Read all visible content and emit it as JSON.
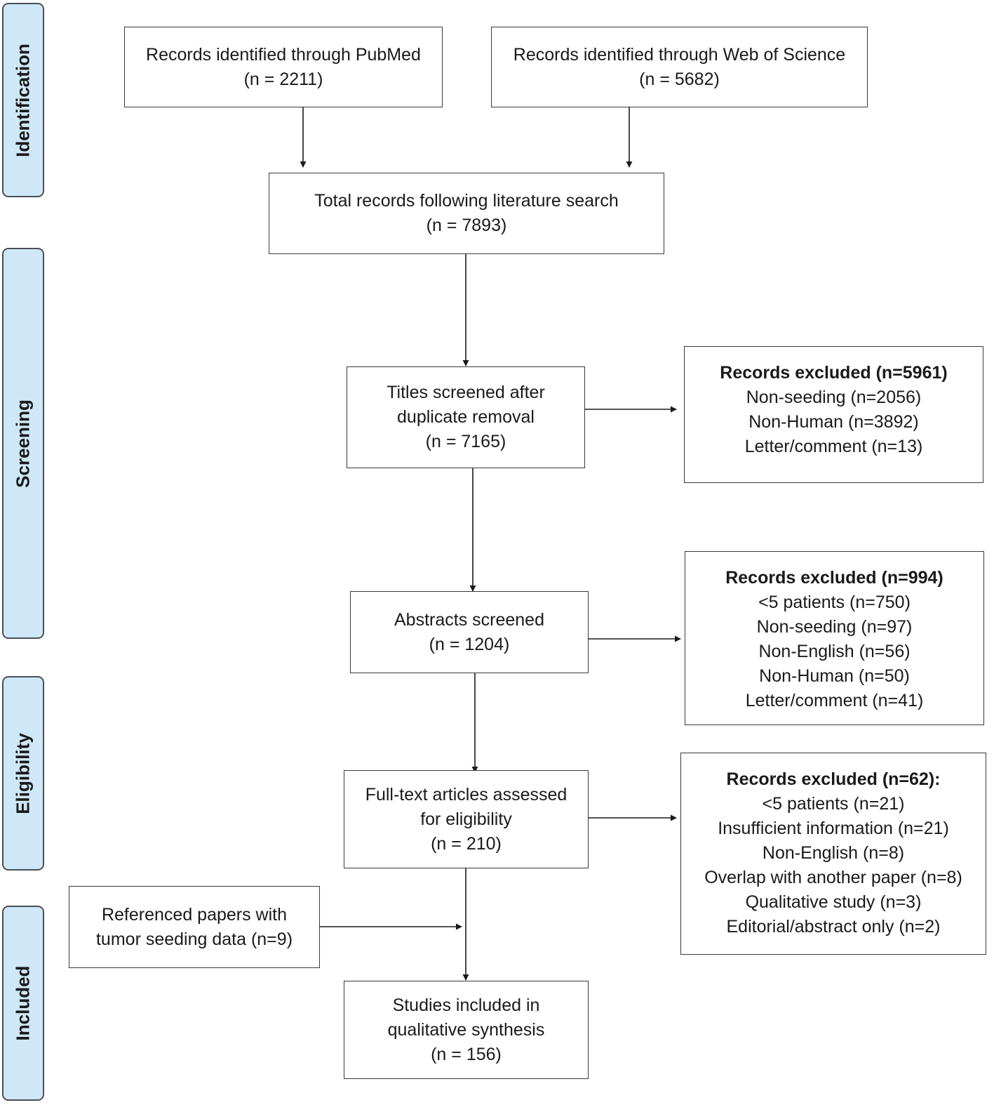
{
  "stages": {
    "identification": "Identification",
    "screening": "Screening",
    "eligibility": "Eligibility",
    "included": "Included"
  },
  "boxes": {
    "pubmed": [
      "Records identified through PubMed",
      "(n = 2211)"
    ],
    "wos": [
      "Records identified through Web of Science",
      "(n = 5682)"
    ],
    "total": [
      "Total records following literature search",
      "(n = 7893)"
    ],
    "titles": [
      "Titles screened after",
      "duplicate removal",
      "(n = 7165)"
    ],
    "abstracts": [
      "Abstracts screened",
      "(n = 1204)"
    ],
    "fulltext": [
      "Full-text articles assessed",
      "for eligibility",
      "(n = 210)"
    ],
    "referenced": [
      "Referenced papers with",
      "tumor seeding data (n=9)"
    ],
    "included": [
      "Studies included in",
      "qualitative synthesis",
      "(n = 156)"
    ]
  },
  "exclusions": {
    "titles": {
      "heading": "Records excluded (n=5961)",
      "items": [
        "Non-seeding (n=2056)",
        "Non-Human (n=3892)",
        "Letter/comment (n=13)"
      ]
    },
    "abstracts": {
      "heading": "Records excluded (n=994)",
      "items": [
        "<5 patients (n=750)",
        "Non-seeding (n=97)",
        "Non-English (n=56)",
        "Non-Human (n=50)",
        "Letter/comment (n=41)"
      ]
    },
    "fulltext": {
      "heading": "Records excluded (n=62):",
      "items": [
        "<5 patients (n=21)",
        "Insufficient information (n=21)",
        "Non-English (n=8)",
        "Overlap with another paper (n=8)",
        "Qualitative study (n=3)",
        "Editorial/abstract only (n=2)"
      ]
    }
  },
  "colors": {
    "stage_fill": "#cfe8f7",
    "stage_border": "#4a4f57",
    "box_border": "#3a3a3a",
    "arrow": "#1a1a1a"
  }
}
